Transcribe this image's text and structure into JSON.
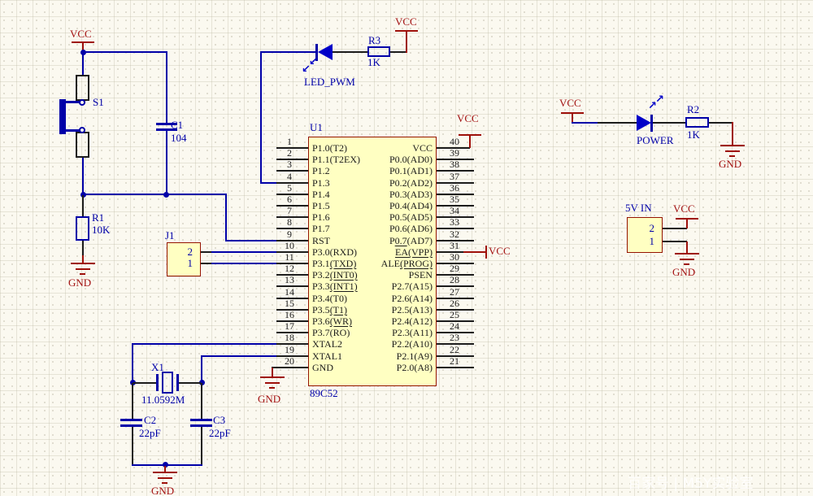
{
  "nets": {
    "vcc": "VCC",
    "gnd": "GND"
  },
  "ic": {
    "designator": "U1",
    "part": "89C52",
    "left_pins": [
      {
        "num": "1",
        "name": "P1.0(T2)"
      },
      {
        "num": "2",
        "name": "P1.1(T2EX)"
      },
      {
        "num": "3",
        "name": "P1.2"
      },
      {
        "num": "4",
        "name": "P1.3"
      },
      {
        "num": "5",
        "name": "P1.4"
      },
      {
        "num": "6",
        "name": "P1.5"
      },
      {
        "num": "7",
        "name": "P1.6"
      },
      {
        "num": "8",
        "name": "P1.7"
      },
      {
        "num": "9",
        "name": "RST"
      },
      {
        "num": "10",
        "name": "P3.0(RXD)"
      },
      {
        "num": "11",
        "name": "P3.1(TXD)",
        "u": "(TXD)"
      },
      {
        "num": "12",
        "name": "P3.2(INT0)",
        "u": "(INT0)"
      },
      {
        "num": "13",
        "name": "P3.3(INT1)",
        "u": "(INT1)"
      },
      {
        "num": "14",
        "name": "P3.4(T0)"
      },
      {
        "num": "15",
        "name": "P3.5(T1)",
        "u": "(T1)"
      },
      {
        "num": "16",
        "name": "P3.6(WR)",
        "u": "(WR)"
      },
      {
        "num": "17",
        "name": "P3.7(RO)"
      },
      {
        "num": "18",
        "name": "XTAL2"
      },
      {
        "num": "19",
        "name": "XTAL1"
      },
      {
        "num": "20",
        "name": "GND"
      }
    ],
    "right_pins": [
      {
        "num": "40",
        "name": "VCC"
      },
      {
        "num": "39",
        "name": "P0.0(AD0)"
      },
      {
        "num": "38",
        "name": "P0.1(AD1)"
      },
      {
        "num": "37",
        "name": "P0.2(AD2)"
      },
      {
        "num": "36",
        "name": "P0.3(AD3)"
      },
      {
        "num": "35",
        "name": "P0.4(AD4)"
      },
      {
        "num": "34",
        "name": "P0.5(AD5)"
      },
      {
        "num": "33",
        "name": "P0.6(AD6)"
      },
      {
        "num": "32",
        "name": "P0.7(AD7)",
        "u": "0.7"
      },
      {
        "num": "31",
        "name": "EA(VPP)",
        "u": "EA(VPP)"
      },
      {
        "num": "30",
        "name": "ALE(PROG)",
        "u": "(PROG)"
      },
      {
        "num": "29",
        "name": "PSEN"
      },
      {
        "num": "28",
        "name": "P2.7(A15)"
      },
      {
        "num": "27",
        "name": "P2.6(A14)"
      },
      {
        "num": "26",
        "name": "P2.5(A13)"
      },
      {
        "num": "25",
        "name": "P2.4(A12)"
      },
      {
        "num": "24",
        "name": "P2.3(A11)"
      },
      {
        "num": "23",
        "name": "P2.2(A10)"
      },
      {
        "num": "22",
        "name": "P2.1(A9)"
      },
      {
        "num": "21",
        "name": "P2.0(A8)"
      }
    ]
  },
  "components": {
    "s1": {
      "ref": "S1"
    },
    "c1": {
      "ref": "C1",
      "value": "104"
    },
    "r1": {
      "ref": "R1",
      "value": "10K"
    },
    "j1": {
      "ref": "J1",
      "pin2": "2",
      "pin1": "1"
    },
    "led_pwm": {
      "label": "LED_PWM"
    },
    "r3": {
      "ref": "R3",
      "value": "1K"
    },
    "power_led": {
      "label": "POWER"
    },
    "r2": {
      "ref": "R2",
      "value": "1K"
    },
    "conn_5v": {
      "label": "5V IN",
      "pin2": "2",
      "pin1": "1"
    },
    "x1": {
      "ref": "X1",
      "value": "11.0592M"
    },
    "c2": {
      "ref": "C2",
      "value": "22pF"
    },
    "c3": {
      "ref": "C3",
      "value": "22pF"
    }
  },
  "colors": {
    "wire_blue": "#0000A8",
    "power_red": "#9E100A",
    "component_fill": "#FFFFC2",
    "component_border": "#941400"
  },
  "watermark": "百家号 | M5Y实验室"
}
